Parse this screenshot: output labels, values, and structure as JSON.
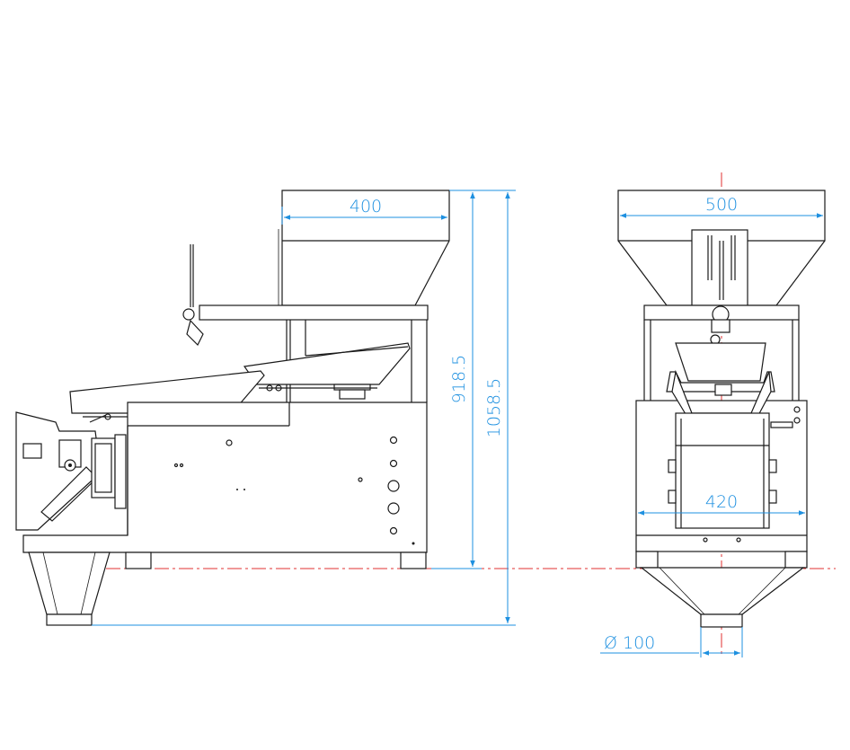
{
  "colors": {
    "line": "#1a1a1a",
    "dimension": "#1e90e0",
    "centerline": "#e03030",
    "background": "#ffffff"
  },
  "dimensions": {
    "side_hopper_width": "400",
    "front_hopper_width": "500",
    "bucket_width": "420",
    "outlet_diameter": "Ø 100",
    "frame_height": "918.5",
    "total_height": "1058.5"
  }
}
